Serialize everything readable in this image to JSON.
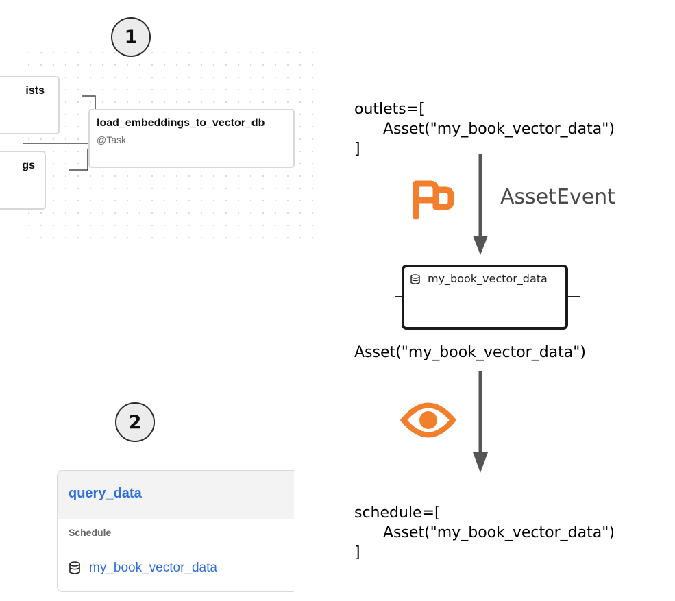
{
  "section1": {
    "step_badge": "1",
    "partial_node_top": "ists",
    "partial_node_bottom": "gs",
    "task_title": "load_embeddings_to_vector_db",
    "task_decorator": "@Task"
  },
  "flow": {
    "outlets_code": "outlets=[\n      Asset(\"my_book_vector_data\")\n]",
    "event_label": "AssetEvent",
    "event_icon": "airflow-flag-icon",
    "asset_node_label": "my_book_vector_data",
    "asset_code": "Asset(\"my_book_vector_data\")",
    "watch_icon": "eye-icon",
    "schedule_code": "schedule=[\n      Asset(\"my_book_vector_data\")\n]"
  },
  "section2": {
    "step_badge": "2",
    "dag_name": "query_data",
    "schedule_label": "Schedule",
    "asset_link": "my_book_vector_data"
  },
  "colors": {
    "accent_orange": "#f37e2c",
    "link_blue": "#2f6fde",
    "arrow_gray": "#555555"
  }
}
